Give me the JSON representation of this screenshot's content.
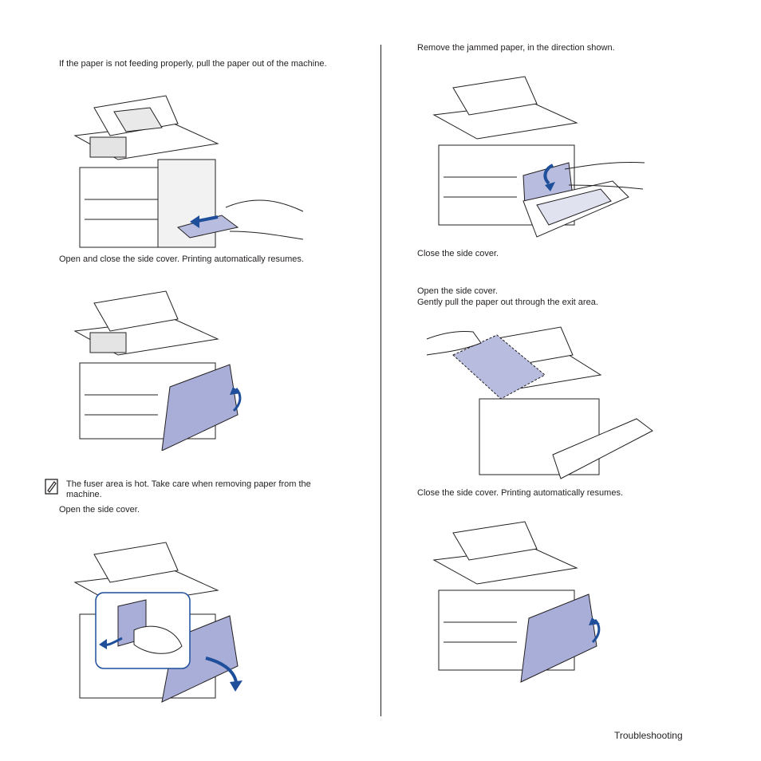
{
  "left": {
    "step1": "If the paper is not feeding properly, pull the paper out of the machine.",
    "step2": "Open and close the side cover. Printing automatically resumes.",
    "note_line1": "The fuser area is hot. Take care when removing paper from the",
    "note_line2": "machine.",
    "step3": "Open the side cover."
  },
  "right": {
    "step1": "Remove the jammed paper, in the direction shown.",
    "step2": "Close the side cover.",
    "step3_line1": "Open the side cover.",
    "step3_line2": "Gently pull the paper out through the exit area.",
    "step4": "Close the side cover. Printing automatically resumes."
  },
  "footer": {
    "section": "Troubleshooting"
  },
  "icons": {
    "note": "note-pencil-icon",
    "illustrations": [
      "printer-paper-pull",
      "printer-side-cover-close",
      "printer-side-cover-open",
      "printer-remove-jam",
      "printer-exit-area-pull",
      "printer-side-cover-close"
    ]
  },
  "colors": {
    "accent": "#8a93c6",
    "line": "#231f20",
    "arrow": "#1f4e9b"
  }
}
